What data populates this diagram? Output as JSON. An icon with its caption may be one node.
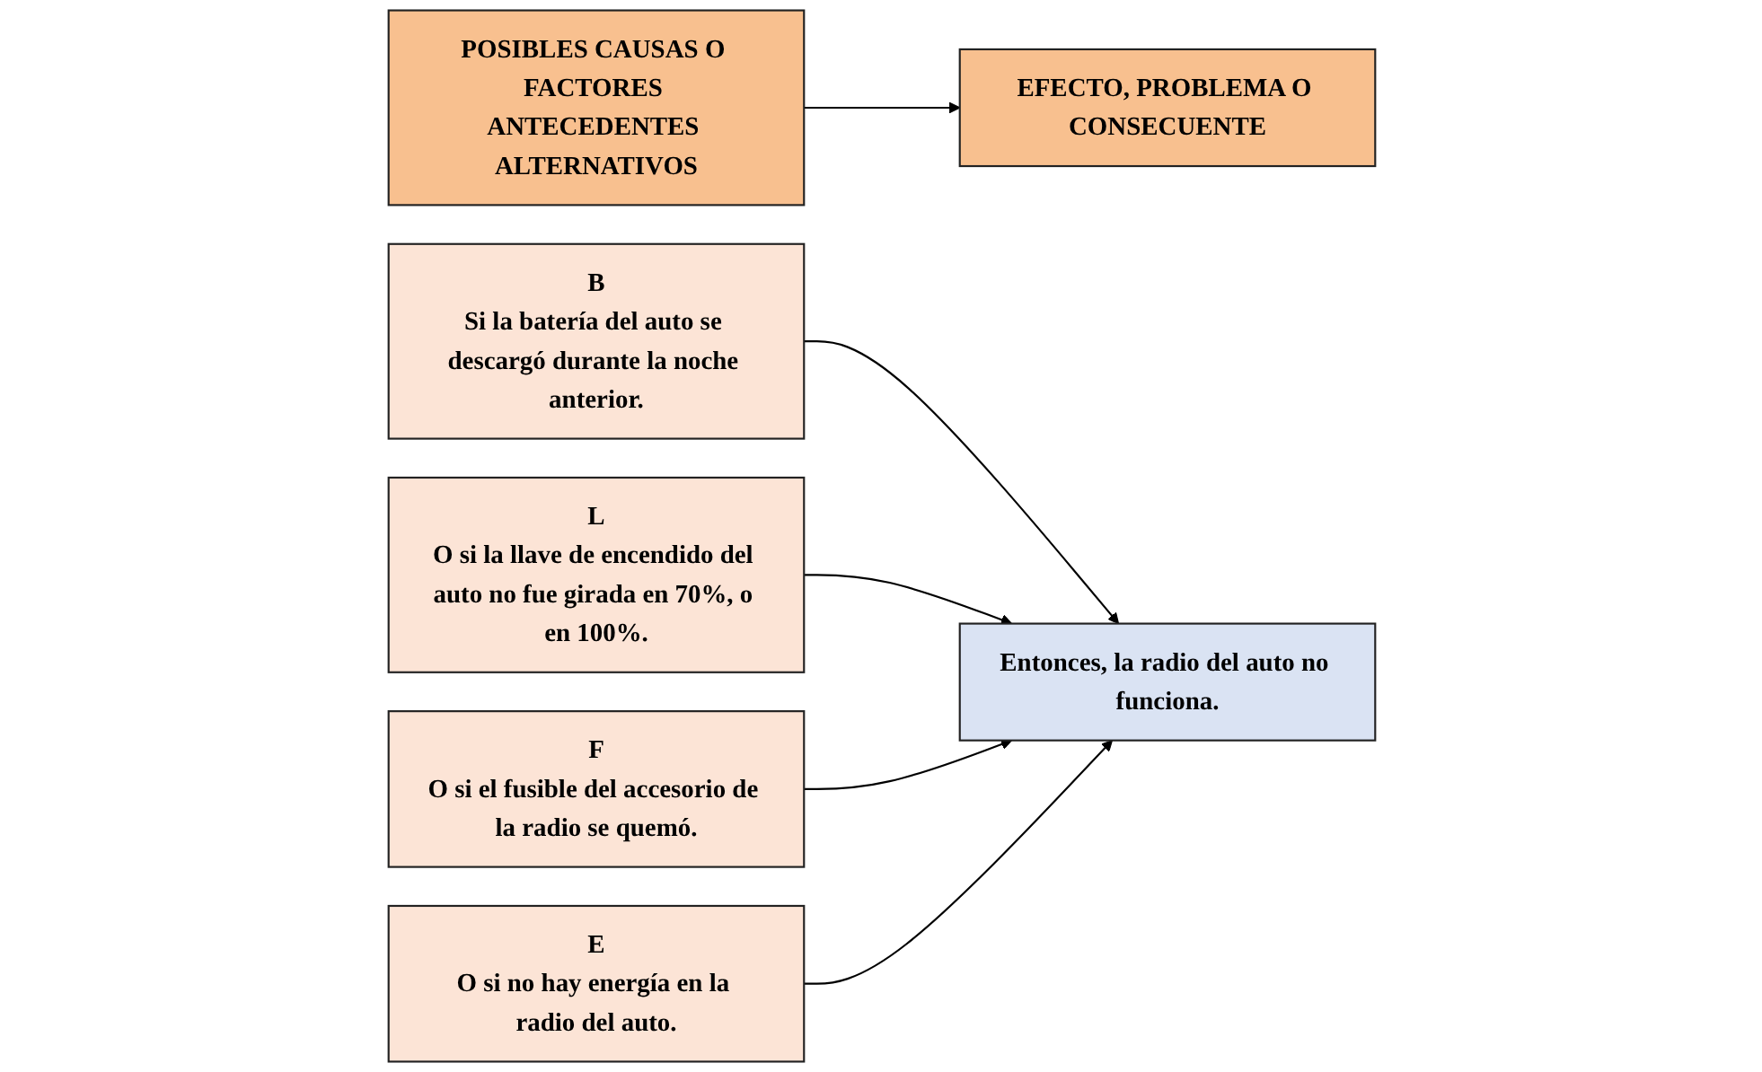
{
  "diagram": {
    "nodes": [
      {
        "text": [
          "POSIBLES CAUSAS O FACTORES ANTECEDENTES ALTERNATIVOS"
        ]
      },
      {
        "text": [
          "EFECTO, PROBLEMA O CONSECUENTE"
        ]
      },
      {
        "text": [
          "B",
          "Si la batería del auto se descargó durante la noche anterior."
        ]
      },
      {
        "text": [
          "L",
          "O si la llave de encendido del auto no fue girada en 70%, o en 100%."
        ]
      },
      {
        "text": [
          "F",
          "O si el fusible del accesorio de la radio se quemó."
        ]
      },
      {
        "text": [
          "E",
          "O si no hay energía en la radio del auto."
        ]
      },
      {
        "text": [
          "Entonces, la radio del auto no funciona."
        ]
      }
    ],
    "edges": [
      {
        "from": 0,
        "to": 1,
        "arrow": "to"
      },
      {
        "from": 2,
        "to": 6,
        "arrow": "to"
      },
      {
        "from": 3,
        "to": 6,
        "arrow": "to"
      },
      {
        "from": 4,
        "to": 6,
        "arrow": "to"
      },
      {
        "from": 5,
        "to": 6,
        "arrow": "to"
      }
    ]
  }
}
